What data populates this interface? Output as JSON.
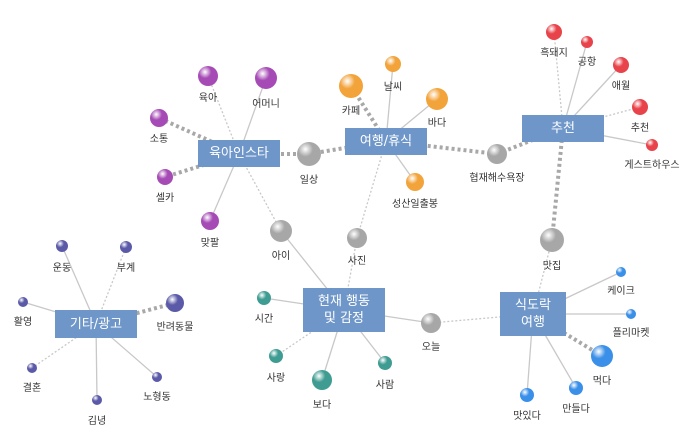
{
  "colors": {
    "hub": "#6e96c9",
    "edge": "#c8c8c8",
    "strong_edge": "#a8a8a8",
    "purple": "#a64bb5",
    "orange": "#f2a33a",
    "red": "#e8434a",
    "gray": "#a7a7a7",
    "teal": "#3f9c92",
    "navy": "#5a5aa8",
    "blue": "#3a8fe8"
  },
  "hubs": [
    {
      "id": "h_parenting",
      "label": "육아인스타"
    },
    {
      "id": "h_travel",
      "label": "여행/휴식"
    },
    {
      "id": "h_recommend",
      "label": "추천"
    },
    {
      "id": "h_etc",
      "label": "기타/광고"
    },
    {
      "id": "h_current",
      "label": "현재 행동\n및 감정"
    },
    {
      "id": "h_food",
      "label": "식도락\n여행"
    }
  ],
  "nodes": [
    {
      "id": "n_yuga",
      "label": "육아",
      "color": "purple"
    },
    {
      "id": "n_eomeoni",
      "label": "어머니",
      "color": "purple"
    },
    {
      "id": "n_sotong",
      "label": "소통",
      "color": "purple"
    },
    {
      "id": "n_selka",
      "label": "셀카",
      "color": "purple"
    },
    {
      "id": "n_matpal",
      "label": "맞팔",
      "color": "purple"
    },
    {
      "id": "n_ilsang",
      "label": "일상",
      "color": "gray"
    },
    {
      "id": "n_ai",
      "label": "아이",
      "color": "gray"
    },
    {
      "id": "n_nalssi",
      "label": "날씨",
      "color": "orange"
    },
    {
      "id": "n_kape",
      "label": "카페",
      "color": "orange"
    },
    {
      "id": "n_bada",
      "label": "바다",
      "color": "orange"
    },
    {
      "id": "n_seongsan",
      "label": "성산일출봉",
      "color": "orange"
    },
    {
      "id": "n_sajin",
      "label": "사진",
      "color": "gray"
    },
    {
      "id": "n_hyeopjae",
      "label": "협재해수욕장",
      "color": "gray"
    },
    {
      "id": "n_heukdwaeji",
      "label": "흑돼지",
      "color": "red"
    },
    {
      "id": "n_gonghang",
      "label": "공항",
      "color": "red"
    },
    {
      "id": "n_aewol",
      "label": "애월",
      "color": "red"
    },
    {
      "id": "n_chucheon",
      "label": "추천",
      "color": "red"
    },
    {
      "id": "n_guesthouse",
      "label": "게스트하우스",
      "color": "red"
    },
    {
      "id": "n_matjip",
      "label": "맛집",
      "color": "gray"
    },
    {
      "id": "n_undong",
      "label": "운동",
      "color": "navy"
    },
    {
      "id": "n_bugye",
      "label": "부계",
      "color": "navy"
    },
    {
      "id": "n_hwaryeong",
      "label": "활영",
      "color": "navy"
    },
    {
      "id": "n_banryeo",
      "label": "반려동물",
      "color": "navy"
    },
    {
      "id": "n_gyeolhon",
      "label": "결혼",
      "color": "navy"
    },
    {
      "id": "n_nohyeong",
      "label": "노형동",
      "color": "navy"
    },
    {
      "id": "n_gimnyeong",
      "label": "김녕",
      "color": "navy"
    },
    {
      "id": "n_sigan",
      "label": "시간",
      "color": "teal"
    },
    {
      "id": "n_sarang1",
      "label": "사랑",
      "color": "teal"
    },
    {
      "id": "n_boda",
      "label": "보다",
      "color": "teal"
    },
    {
      "id": "n_saram",
      "label": "사람",
      "color": "teal"
    },
    {
      "id": "n_oneul",
      "label": "오늘",
      "color": "gray"
    },
    {
      "id": "n_cake",
      "label": "케이크",
      "color": "blue"
    },
    {
      "id": "n_flea",
      "label": "플리마켓",
      "color": "blue"
    },
    {
      "id": "n_meokda",
      "label": "먹다",
      "color": "blue"
    },
    {
      "id": "n_mandeulda",
      "label": "만들다",
      "color": "blue"
    },
    {
      "id": "n_masitda",
      "label": "맛있다",
      "color": "blue"
    }
  ],
  "edges": [
    [
      "h_parenting",
      "n_yuga",
      false
    ],
    [
      "h_parenting",
      "n_eomeoni",
      false
    ],
    [
      "h_parenting",
      "n_sotong",
      true
    ],
    [
      "h_parenting",
      "n_selka",
      true
    ],
    [
      "h_parenting",
      "n_matpal",
      false
    ],
    [
      "h_parenting",
      "n_ilsang",
      true
    ],
    [
      "h_parenting",
      "n_ai",
      false
    ],
    [
      "n_ilsang",
      "h_travel",
      true
    ],
    [
      "h_travel",
      "n_nalssi",
      false
    ],
    [
      "h_travel",
      "n_kape",
      true
    ],
    [
      "h_travel",
      "n_bada",
      false
    ],
    [
      "h_travel",
      "n_seongsan",
      false
    ],
    [
      "h_travel",
      "n_sajin",
      false
    ],
    [
      "h_travel",
      "n_hyeopjae",
      true
    ],
    [
      "n_hyeopjae",
      "h_recommend",
      true
    ],
    [
      "h_recommend",
      "n_heukdwaeji",
      false
    ],
    [
      "h_recommend",
      "n_gonghang",
      false
    ],
    [
      "h_recommend",
      "n_aewol",
      false
    ],
    [
      "h_recommend",
      "n_chucheon",
      false
    ],
    [
      "h_recommend",
      "n_guesthouse",
      false
    ],
    [
      "h_recommend",
      "n_matjip",
      true
    ],
    [
      "n_matjip",
      "h_food",
      false
    ],
    [
      "h_food",
      "n_cake",
      false
    ],
    [
      "h_food",
      "n_flea",
      false
    ],
    [
      "h_food",
      "n_meokda",
      true
    ],
    [
      "h_food",
      "n_mandeulda",
      false
    ],
    [
      "h_food",
      "n_masitda",
      false
    ],
    [
      "h_food",
      "n_oneul",
      false
    ],
    [
      "n_oneul",
      "h_current",
      false
    ],
    [
      "h_current",
      "n_sigan",
      false
    ],
    [
      "h_current",
      "n_sarang1",
      false
    ],
    [
      "h_current",
      "n_boda",
      false
    ],
    [
      "h_current",
      "n_saram",
      false
    ],
    [
      "h_current",
      "n_sajin",
      false
    ],
    [
      "h_current",
      "n_ai",
      false
    ],
    [
      "h_etc",
      "n_undong",
      false
    ],
    [
      "h_etc",
      "n_bugye",
      false
    ],
    [
      "h_etc",
      "n_hwaryeong",
      false
    ],
    [
      "h_etc",
      "n_banryeo",
      true
    ],
    [
      "h_etc",
      "n_gyeolhon",
      false
    ],
    [
      "h_etc",
      "n_nohyeong",
      false
    ],
    [
      "h_etc",
      "n_gimnyeong",
      false
    ]
  ]
}
